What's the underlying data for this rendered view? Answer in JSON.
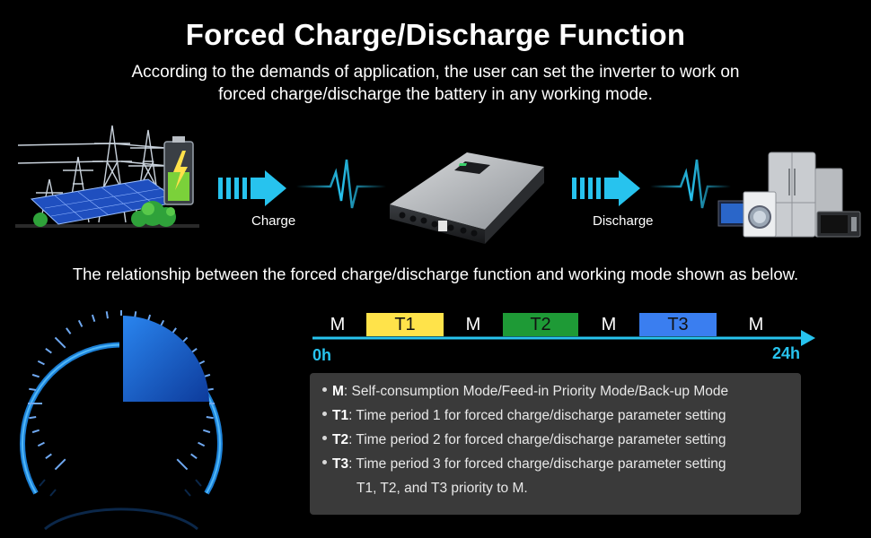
{
  "title": "Forced Charge/Discharge Function",
  "subtitle": {
    "line1": "According to the demands of application, the user can set the inverter to work on",
    "line2": "forced charge/discharge the battery in any working mode."
  },
  "flow": {
    "charge_label": "Charge",
    "discharge_label": "Discharge"
  },
  "relation_text": "The relationship between the forced charge/discharge function and working mode shown as below.",
  "timeline": {
    "segments": [
      {
        "label": "M"
      },
      {
        "label": "T1",
        "color": "#ffe34a"
      },
      {
        "label": "M"
      },
      {
        "label": "T2",
        "color": "#1e9a36"
      },
      {
        "label": "M"
      },
      {
        "label": "T3",
        "color": "#3a7ef0"
      },
      {
        "label": "M"
      }
    ],
    "start_label": "0h",
    "end_label": "24h"
  },
  "legend": {
    "items": [
      {
        "key": "M",
        "text": ": Self-consumption Mode/Feed-in Priority Mode/Back-up Mode"
      },
      {
        "key": "T1",
        "text": ": Time period 1 for forced charge/discharge parameter setting"
      },
      {
        "key": "T2",
        "text": ": Time period 2 for forced charge/discharge parameter setting"
      },
      {
        "key": "T3",
        "text": ": Time period 3 for forced charge/discharge parameter setting"
      }
    ],
    "note": "T1, T2, and T3 priority to M."
  },
  "colors": {
    "accent_cyan": "#27c3ee",
    "legend_bg": "#3a3a3a",
    "battery_green": "#7bd13a"
  },
  "icons": [
    "power-plant-icon",
    "solar-panel-icon",
    "battery-icon",
    "arrow-right-icon",
    "pulse-icon",
    "inverter-icon",
    "appliances-icon",
    "clock-gauge-icon"
  ]
}
